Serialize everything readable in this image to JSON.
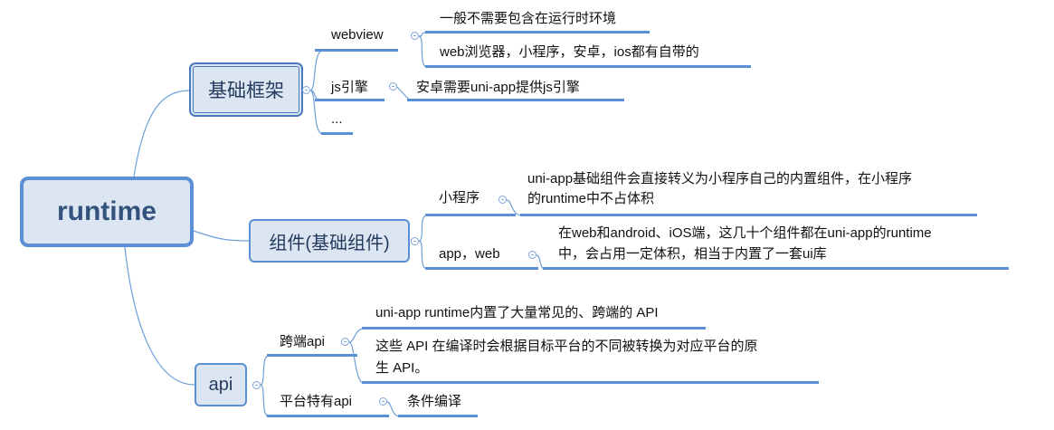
{
  "root": "runtime",
  "branches": [
    {
      "label": "基础框架",
      "children": [
        {
          "label": "webview",
          "notes": [
            "一般不需要包含在运行时环境",
            "web浏览器，小程序，安卓，ios都有自带的"
          ]
        },
        {
          "label": "js引擎",
          "notes": [
            "安卓需要uni-app提供js引擎"
          ]
        },
        {
          "label": "..."
        }
      ]
    },
    {
      "label": "组件(基础组件)",
      "children": [
        {
          "label": "小程序",
          "notes": [
            [
              "uni-app基础组件会直接转义为小程序自己的内置组件，在小程序",
              "的runtime中不占体积"
            ]
          ]
        },
        {
          "label": "app，web",
          "notes": [
            [
              "在web和android、iOS端，这几十个组件都在uni-app的runtime",
              "中，会占用一定体积，相当于内置了一套ui库"
            ]
          ]
        }
      ]
    },
    {
      "label": "api",
      "children": [
        {
          "label": "跨端api",
          "notes": [
            "uni-app runtime内置了大量常见的、跨端的 API",
            [
              "这些 API 在编译时会根据目标平台的不同被转换为对应平台的原",
              "生 API。"
            ]
          ]
        },
        {
          "label": "平台特有api",
          "notes": [
            "条件编译"
          ]
        }
      ]
    }
  ],
  "colors": {
    "node_fill": "#dce6f2",
    "node_border": "#5b8fd6",
    "line": "#6f9fd8"
  }
}
